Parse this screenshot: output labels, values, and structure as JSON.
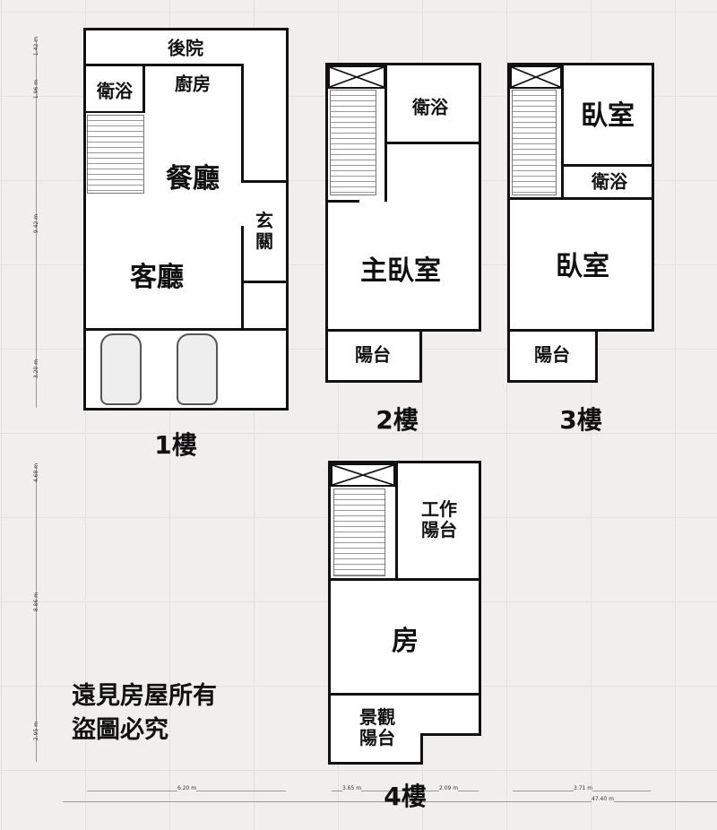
{
  "floors": {
    "f1": {
      "label": "1樓",
      "rooms": {
        "backyard": "後院",
        "bath": "衛浴",
        "kitchen": "廚房",
        "dining": "餐廳",
        "entry": "玄\n關",
        "living": "客廳"
      }
    },
    "f2": {
      "label": "2樓",
      "rooms": {
        "bath": "衛浴",
        "master": "主臥室",
        "balcony": "陽台"
      }
    },
    "f3": {
      "label": "3樓",
      "rooms": {
        "bedroom1": "臥室",
        "bath": "衛浴",
        "bedroom2": "臥室",
        "balcony": "陽台"
      }
    },
    "f4": {
      "label": "4樓",
      "rooms": {
        "work_balcony": "工作\n陽台",
        "room": "房",
        "view_balcony": "景觀\n陽台"
      }
    }
  },
  "copyright": {
    "line1": "遠見房屋所有",
    "line2": "盜圖必究"
  },
  "dimensions": {
    "v1": "1.42 m",
    "v2": "1.96 m",
    "v3": "9.42 m",
    "v4": "3.20 m",
    "v5": "4.68 m",
    "v6": "8.86 m",
    "v7": "2.95 m",
    "h1": "6.20 m",
    "h2": "3.65 m",
    "h3": "2.09 m",
    "h4": "3.71 m",
    "h5": "47.40 m"
  }
}
